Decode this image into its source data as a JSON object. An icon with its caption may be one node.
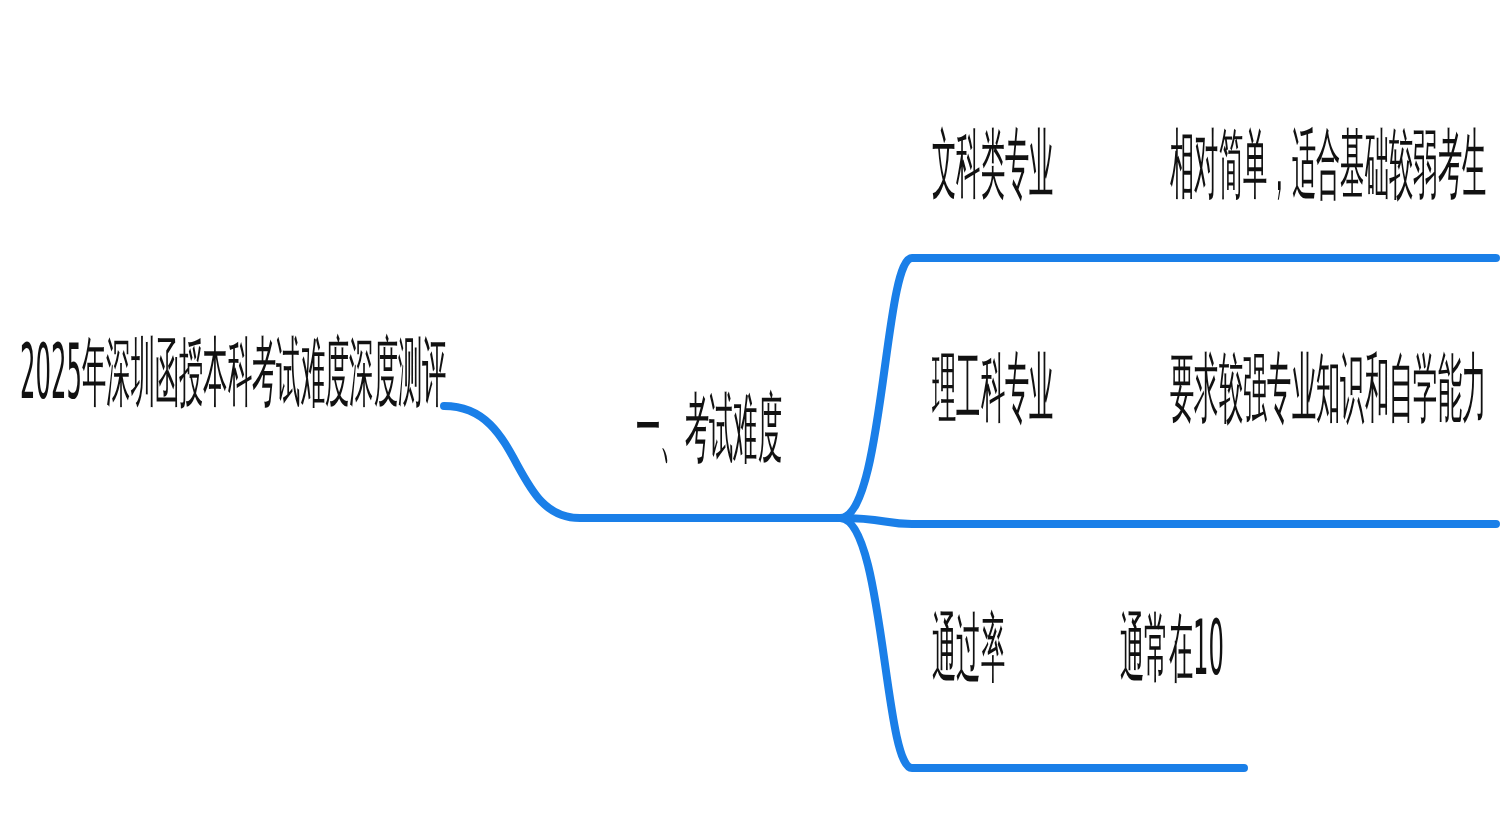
{
  "diagram": {
    "nodes": [
      {
        "text": [
          "2025年深圳函授本科考试难度深度测评"
        ]
      },
      {
        "text": [
          "一、考试难度"
        ]
      },
      {
        "text": [
          "文科类专业",
          "相对简单，适合基础较弱考生"
        ]
      },
      {
        "text": [
          "理工科专业",
          "要求较强专业知识和自学能力"
        ]
      },
      {
        "text": [
          "通过率",
          "通常在10"
        ]
      }
    ],
    "edges": [
      {
        "from": 0,
        "to": 1,
        "arrow": "none"
      },
      {
        "from": 1,
        "to": 2,
        "arrow": "none"
      },
      {
        "from": 1,
        "to": 3,
        "arrow": "none"
      },
      {
        "from": 1,
        "to": 4,
        "arrow": "none"
      }
    ]
  }
}
